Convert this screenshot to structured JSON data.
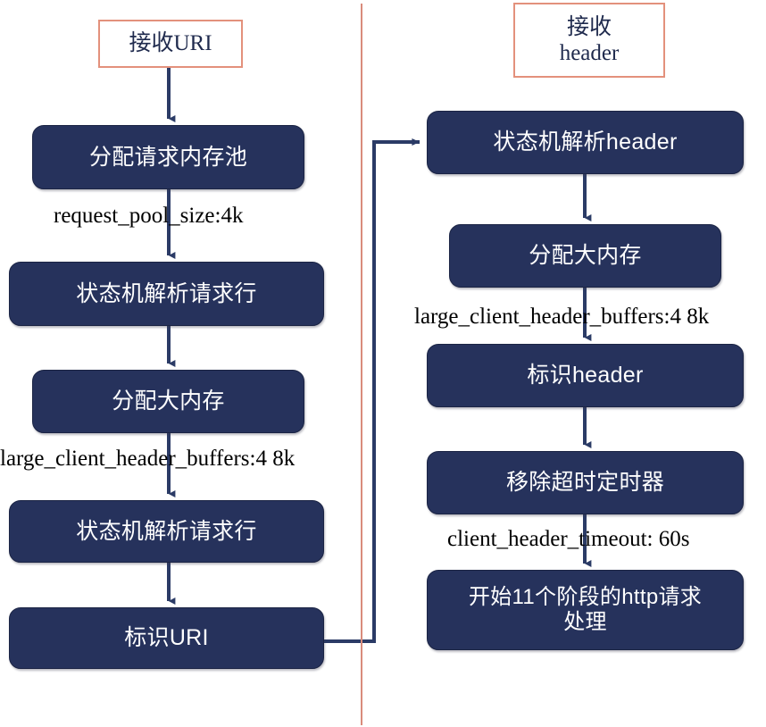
{
  "diagram": {
    "title": "nginx HTTP request line and header parsing flow",
    "colors": {
      "node_fill": "#26325c",
      "node_text": "#ffffff",
      "terminator_border": "#e3917c",
      "terminator_text": "#1f2a4d",
      "edge_stroke": "#2b3b66",
      "divider": "#d98c7c",
      "background": "#ffffff"
    },
    "left_column": {
      "terminator": {
        "label": "接收URI"
      },
      "nodes": [
        {
          "label": "分配请求内存池"
        },
        {
          "label": "状态机解析请求行"
        },
        {
          "label": "分配大内存"
        },
        {
          "label": "状态机解析请求行"
        },
        {
          "label": "标识URI"
        }
      ],
      "edge_labels": [
        {
          "text": "request_pool_size:4k"
        },
        {
          "text": "large_client_header_buffers:4 8k"
        }
      ]
    },
    "right_column": {
      "terminator": {
        "line1": "接收",
        "line2": "header"
      },
      "nodes": [
        {
          "label": "状态机解析header"
        },
        {
          "label": "分配大内存"
        },
        {
          "label": "标识header"
        },
        {
          "label": "移除超时定时器"
        },
        {
          "label_line1": "开始11个阶段的http请求",
          "label_line2": "处理"
        }
      ],
      "edge_labels": [
        {
          "text": "large_client_header_buffers:4 8k"
        },
        {
          "text": "client_header_timeout: 60s"
        }
      ]
    }
  }
}
